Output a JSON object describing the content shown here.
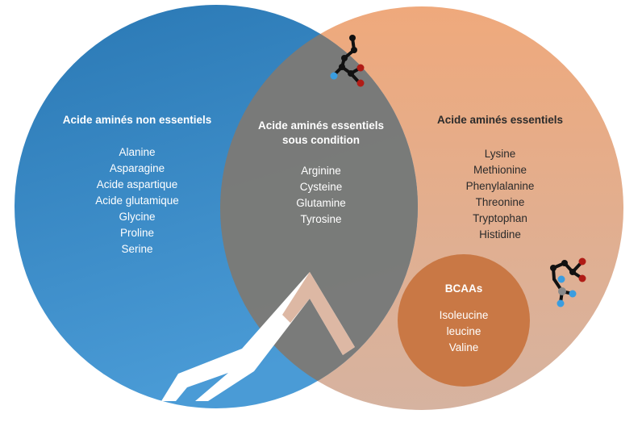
{
  "colors": {
    "left_circle": "#2f7fbb",
    "right_circle": "#efa77a",
    "overlap": "#7b7b76",
    "bcaa_circle": "#c97845",
    "text_light": "#ffffff",
    "text_dark": "#2b2b2b",
    "atom_blue": "#3a9de0",
    "atom_red": "#b01c16"
  },
  "left": {
    "title": "Acide aminés non essentiels",
    "items": [
      "Alanine",
      "Asparagine",
      "Acide aspartique",
      "Acide glutamique",
      "Glycine",
      "Proline",
      "Serine"
    ]
  },
  "center": {
    "title_line1": "Acide aminés essentiels",
    "title_line2": "sous condition",
    "items": [
      "Arginine",
      "Cysteine",
      "Glutamine",
      "Tyrosine"
    ]
  },
  "right": {
    "title": "Acide aminés essentiels",
    "items": [
      "Lysine",
      "Methionine",
      "Phenylalanine",
      "Threonine",
      "Tryptophan",
      "Histidine"
    ]
  },
  "bcaa": {
    "title": "BCAAs",
    "items": [
      "Isoleucine",
      "leucine",
      "Valine"
    ]
  },
  "icons": [
    "molecule-icon",
    "molecule-icon-right"
  ]
}
